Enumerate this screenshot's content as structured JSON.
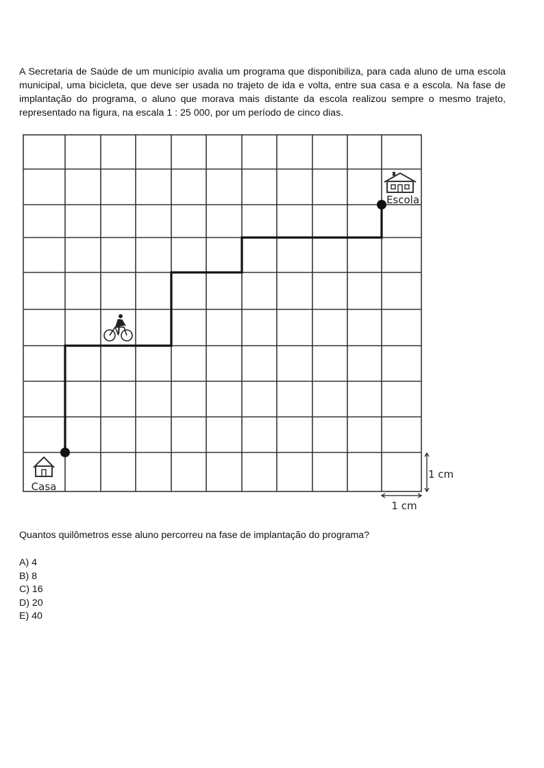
{
  "intro_text": "A Secretaria de Saúde de um município avalia um programa que disponibiliza, para cada aluno de uma escola municipal, uma bicicleta, que deve ser usada no trajeto de ida e volta, entre sua casa e a escola. Na fase de implantação do programa, o aluno que morava mais distante da escola realizou sempre o mesmo trajeto, representado na figura, na escala 1 : 25 000, por um período de cinco dias.",
  "figure": {
    "school_label": "Escola",
    "home_label": "Casa",
    "scale_vertical_label": "1 cm",
    "scale_horizontal_label": "1 cm",
    "icons": [
      "school-icon",
      "house-icon",
      "cyclist-icon"
    ]
  },
  "question": "Quantos quilômetros esse aluno percorreu na fase de implantação do programa?",
  "options": [
    {
      "label": "A) 4"
    },
    {
      "label": "B) 8"
    },
    {
      "label": "C) 16"
    },
    {
      "label": "D) 20"
    },
    {
      "label": "E) 40"
    }
  ]
}
